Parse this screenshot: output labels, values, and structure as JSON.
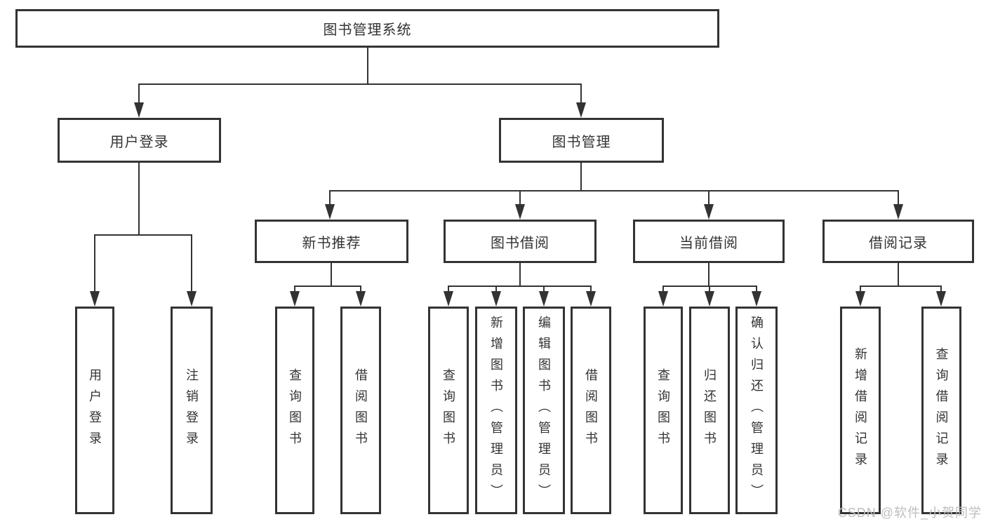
{
  "diagram_type": "hierarchy-chart",
  "watermark": "CSDN @软件_小贺同学",
  "colors": {
    "line": "#333333",
    "box_border": "#333333",
    "text": "#333333",
    "background": "#ffffff",
    "watermark": "#bdbdbd"
  },
  "tree": {
    "label": "图书管理系统",
    "children": [
      {
        "label": "用户登录",
        "children": [
          {
            "label": "用户登录"
          },
          {
            "label": "注销登录"
          }
        ]
      },
      {
        "label": "图书管理",
        "children": [
          {
            "label": "新书推荐",
            "children": [
              {
                "label": "查询图书"
              },
              {
                "label": "借阅图书"
              }
            ]
          },
          {
            "label": "图书借阅",
            "children": [
              {
                "label": "查询图书"
              },
              {
                "label": "新增图书（管理员）"
              },
              {
                "label": "编辑图书（管理员）"
              },
              {
                "label": "借阅图书"
              }
            ]
          },
          {
            "label": "当前借阅",
            "children": [
              {
                "label": "查询图书"
              },
              {
                "label": "归还图书"
              },
              {
                "label": "确认归还（管理员）"
              }
            ]
          },
          {
            "label": "借阅记录",
            "children": [
              {
                "label": "新增借阅记录"
              },
              {
                "label": "查询借阅记录"
              }
            ]
          }
        ]
      }
    ]
  }
}
